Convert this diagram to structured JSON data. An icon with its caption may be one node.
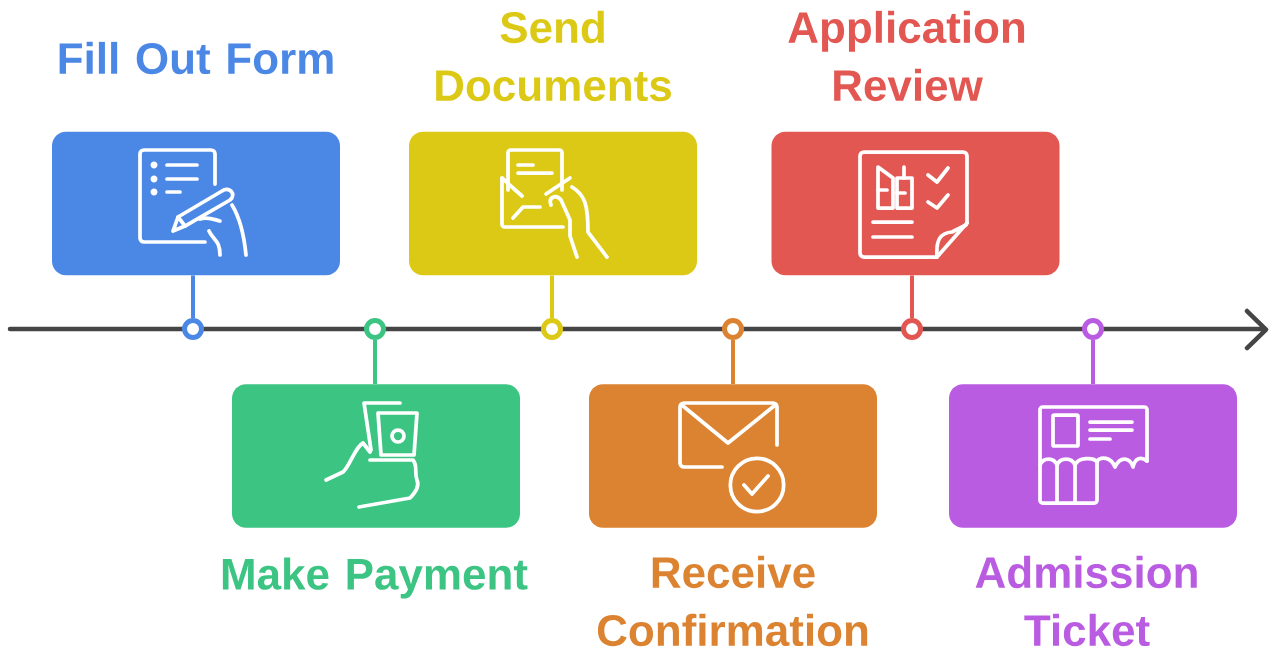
{
  "diagram": {
    "nodes": [
      {
        "text": [
          "Fill Out Form"
        ]
      },
      {
        "text": [
          "Make Payment"
        ]
      },
      {
        "text": [
          "Send Documents"
        ]
      },
      {
        "text": [
          "Receive Confirmation"
        ]
      },
      {
        "text": [
          "Application Review"
        ]
      },
      {
        "text": [
          "Admission Ticket"
        ]
      },
      {
        "text": [],
        "shape": "circle"
      },
      {
        "text": [],
        "shape": "circle"
      },
      {
        "text": [],
        "shape": "circle"
      },
      {
        "text": [],
        "shape": "circle"
      },
      {
        "text": [],
        "shape": "circle"
      },
      {
        "text": [],
        "shape": "circle"
      }
    ],
    "edges": [
      {
        "from": 0,
        "to": 6,
        "arrow": "none",
        "color": "#4b87e5"
      },
      {
        "from": 7,
        "to": 1,
        "arrow": "none",
        "color": "#3cc483"
      },
      {
        "from": 2,
        "to": 8,
        "arrow": "none",
        "color": "#dcc916"
      },
      {
        "from": 9,
        "to": 3,
        "arrow": "none",
        "color": "#db8331"
      },
      {
        "from": 4,
        "to": 10,
        "arrow": "none",
        "color": "#e35752"
      },
      {
        "from": 11,
        "to": 5,
        "arrow": "none",
        "color": "#b95ce1"
      }
    ]
  }
}
